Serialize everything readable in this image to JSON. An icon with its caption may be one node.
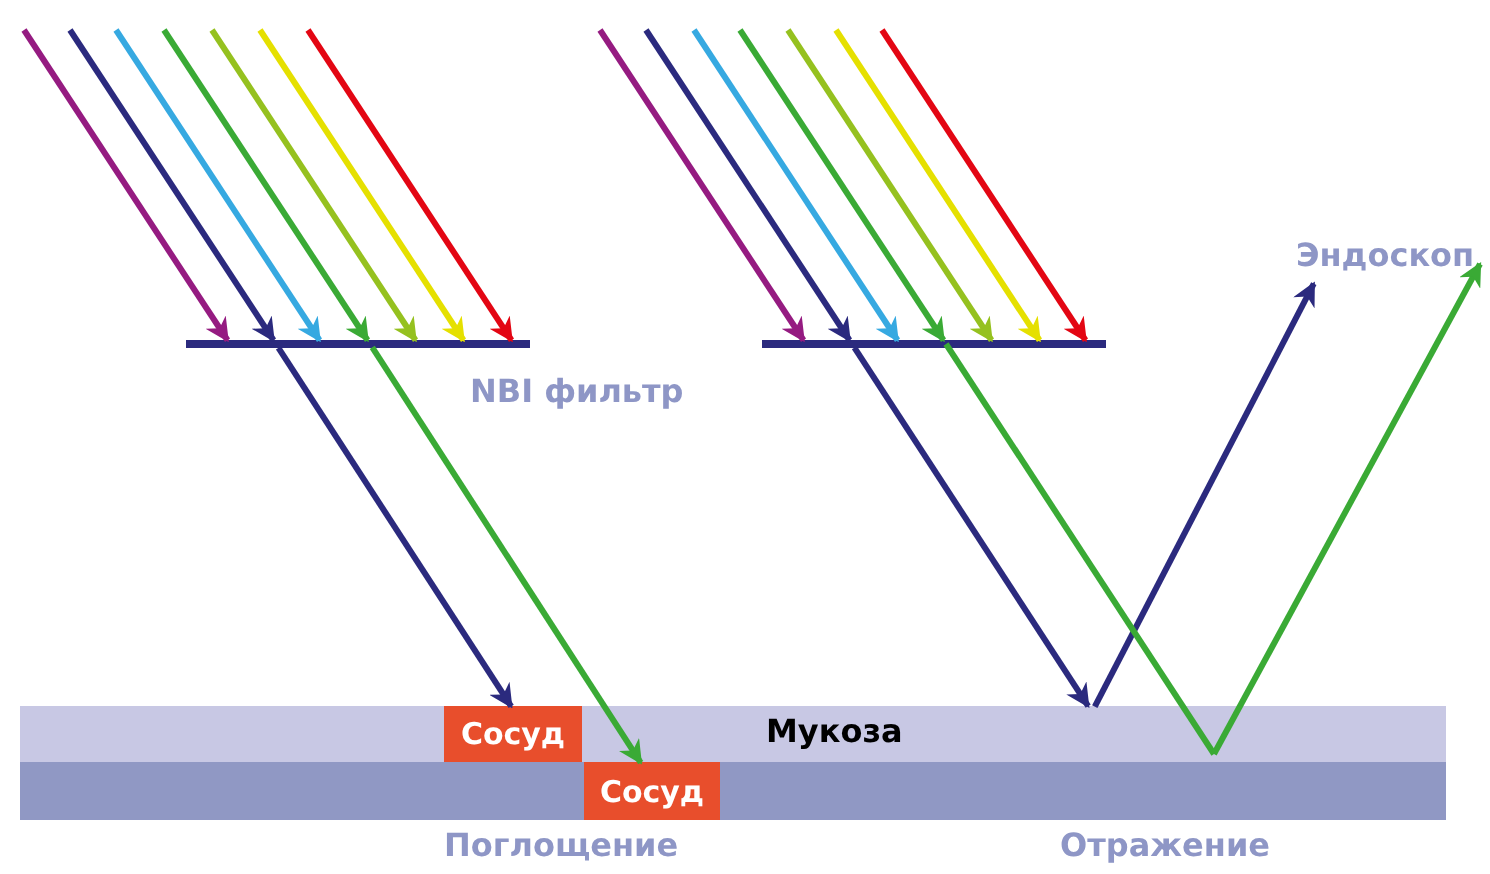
{
  "diagram": {
    "nodes": [
      {
        "text": [
          "Мукоза"
        ]
      },
      {
        "text": [
          "Сосуд"
        ],
        "in": 0
      },
      {
        "text": [],
        "shape": "bar"
      },
      {
        "text": [
          "Сосуд"
        ],
        "in": 2
      },
      {
        "text": [
          "Эндоскоп"
        ]
      },
      {
        "text": [],
        "shape": "bar",
        "beside": [
          "NBI фильтр"
        ]
      },
      {
        "text": [],
        "shape": "bar"
      }
    ],
    "edges": [
      {
        "from": null,
        "to": 5,
        "arrow": "to",
        "color": "#951b81"
      },
      {
        "from": null,
        "to": 5,
        "arrow": "to",
        "color": "#2b2a7e"
      },
      {
        "from": null,
        "to": 5,
        "arrow": "to",
        "color": "#36a9e1"
      },
      {
        "from": null,
        "to": 5,
        "arrow": "to",
        "color": "#3aaa35"
      },
      {
        "from": null,
        "to": 5,
        "arrow": "to",
        "color": "#95c11f"
      },
      {
        "from": null,
        "to": 5,
        "arrow": "to",
        "color": "#e5e000"
      },
      {
        "from": null,
        "to": 5,
        "arrow": "to",
        "color": "#e30613"
      },
      {
        "from": 5,
        "to": 1,
        "arrow": "to",
        "color": "#2b2a7e"
      },
      {
        "from": 5,
        "to": 3,
        "arrow": "to",
        "color": "#3aaa35"
      },
      {
        "from": null,
        "to": 6,
        "arrow": "to",
        "color": "#951b81"
      },
      {
        "from": null,
        "to": 6,
        "arrow": "to",
        "color": "#2b2a7e"
      },
      {
        "from": null,
        "to": 6,
        "arrow": "to",
        "color": "#36a9e1"
      },
      {
        "from": null,
        "to": 6,
        "arrow": "to",
        "color": "#3aaa35"
      },
      {
        "from": null,
        "to": 6,
        "arrow": "to",
        "color": "#95c11f"
      },
      {
        "from": null,
        "to": 6,
        "arrow": "to",
        "color": "#e5e000"
      },
      {
        "from": null,
        "to": 6,
        "arrow": "to",
        "color": "#e30613"
      },
      {
        "from": 6,
        "to": 0,
        "arrow": "to",
        "color": "#2b2a7e"
      },
      {
        "from": 0,
        "to": 4,
        "arrow": "to",
        "color": "#2b2a7e"
      },
      {
        "from": 6,
        "to": 0,
        "arrow": "none",
        "color": "#3aaa35"
      },
      {
        "from": 0,
        "to": 4,
        "arrow": "to",
        "color": "#3aaa35"
      }
    ],
    "labels": [
      "Поглощение",
      "Отражение"
    ]
  }
}
